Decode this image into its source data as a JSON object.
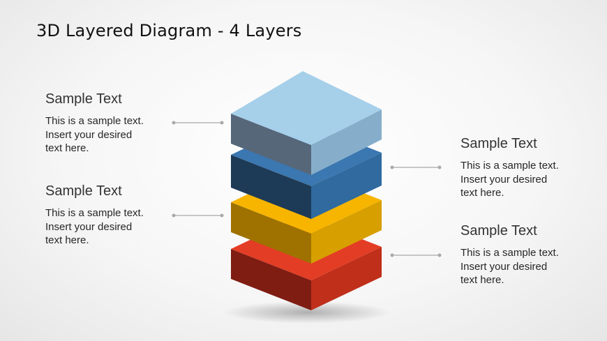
{
  "title": "3D Layered Diagram - 4 Layers",
  "colors": {
    "layer_1": "#a6cfea",
    "layer_2": "#3b77b1",
    "layer_3": "#f7b500",
    "layer_4": "#e33d25",
    "connector": "#a8a8a8"
  },
  "callouts": {
    "left_top": {
      "heading": "Sample Text",
      "lines": [
        "This is a sample text.",
        "Insert your desired",
        "text here."
      ]
    },
    "left_bottom": {
      "heading": "Sample Text",
      "lines": [
        "This is a sample text.",
        "Insert your desired",
        "text here."
      ]
    },
    "right_top": {
      "heading": "Sample Text",
      "lines": [
        "This is a sample text.",
        "Insert your desired",
        "text here."
      ]
    },
    "right_bottom": {
      "heading": "Sample Text",
      "lines": [
        "This is a sample text.",
        "Insert your desired",
        "text here."
      ]
    }
  }
}
